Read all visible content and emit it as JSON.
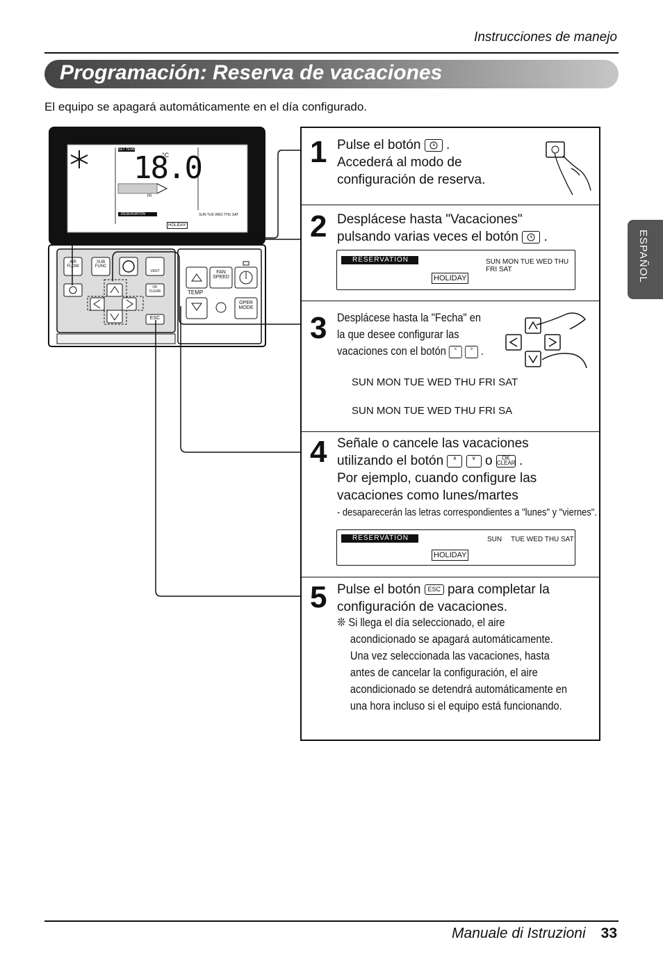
{
  "header": {
    "section": "Instrucciones de manejo"
  },
  "title": "Programación: Reserva de vacaciones",
  "intro": "El equipo se apagará automáticamente en el día configurado.",
  "side_tab": "ESPAÑOL",
  "remote": {
    "set_temp": "SET TEMP",
    "temperature": "18.0",
    "unit": "°C",
    "fan": "HI",
    "reservation": "RESERVATION",
    "holiday": "HOLIDAY",
    "days": "SUN  TUE WED THU  SAT",
    "buttons": {
      "air_flow": "AIR FLOW",
      "sub_func": "SUB FUNC",
      "vent": "VENT",
      "ok_clear": "OK CLEAR",
      "esc": "ESC",
      "fan_speed": "FAN SPEED",
      "temp": "TEMP",
      "oper_mode": "OPER MODE"
    }
  },
  "steps": [
    {
      "num": "1",
      "lines": [
        "Pulse el botón",
        ".",
        "Accederá al modo de",
        "configuración de reserva."
      ]
    },
    {
      "num": "2",
      "lines": [
        "Desplácese hasta \"Vacaciones\"",
        "pulsando varias veces el botón",
        "."
      ],
      "lcd": {
        "reservation": "RESERVATION",
        "days": "SUN MON TUE WED THU  FRI   SAT",
        "holiday": "HOLIDAY"
      }
    },
    {
      "num": "3",
      "lines": [
        "Desplácese hasta la \"Fecha\" en",
        "la que desee configurar las",
        "vacaciones con el botón",
        "."
      ],
      "row1": "SUN MON TUE  WED THU   FRI    SAT",
      "row2": "SUN MON TUE  WED THU   FRI    SA"
    },
    {
      "num": "4",
      "lines": [
        "Señale o cancele las vacaciones",
        "utilizando el botón",
        "o",
        ".",
        "Por ejemplo, cuando configure las",
        "vacaciones como lunes/martes"
      ],
      "note": "- desaparecerán las letras correspondientes a \"lunes\" y \"viernes\".",
      "lcd": {
        "reservation": "RESERVATION",
        "sun": "SUN",
        "mid": "TUE WED THU",
        "sat": "SAT",
        "holiday": "HOLIDAY"
      }
    },
    {
      "num": "5",
      "lines": [
        "Pulse el botón",
        "para completar la",
        "configuración de vacaciones."
      ],
      "bullet": "❊",
      "notes": [
        "Si llega el día seleccionado, el aire",
        "acondicionado se apagará automáticamente.",
        "Una vez seleccionada las vacaciones, hasta",
        "antes de cancelar la configuración, el aire",
        "acondicionado se detendrá automáticamente en",
        "una hora incluso si el equipo está funcionando."
      ]
    }
  ],
  "icons": {
    "esc": "ESC",
    "ok": "OK",
    "clear": "CLEAR"
  },
  "footer": {
    "label": "Manuale di Istruzioni",
    "page": "33"
  }
}
